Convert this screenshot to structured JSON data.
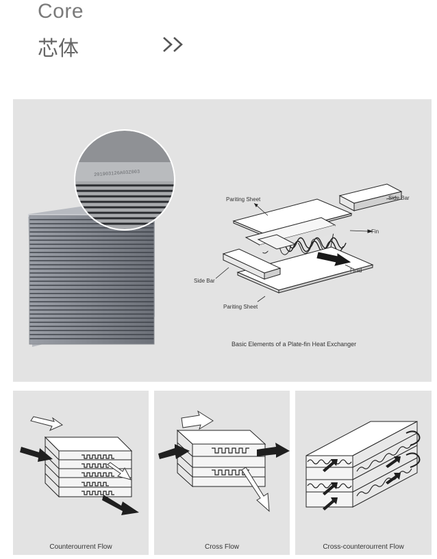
{
  "header": {
    "title_en": "Core",
    "title_zh": "芯体"
  },
  "main_panel": {
    "photo_stamp": "201903126A03Z003",
    "labels": {
      "parting_sheet_top": "Pariting Sheet",
      "side_bar_right": "Side Bar",
      "fin": "Fin",
      "side_bar_left": "Side Bar",
      "fluid": "Fluid",
      "parting_sheet_bottom": "Pariting Sheet"
    },
    "caption": "Basic Elements of a Plate-fin Heat Exchanger"
  },
  "flow_panels": [
    {
      "caption": "Counterourrent Flow"
    },
    {
      "caption": "Cross Flow"
    },
    {
      "caption": "Cross-counterourrent Flow"
    }
  ]
}
